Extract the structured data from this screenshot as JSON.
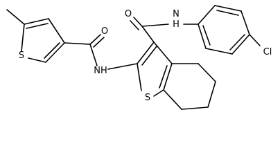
{
  "molecule": {
    "atoms": {
      "S_methylthiophene": "S",
      "O_amide_left": "O",
      "NH_amide_left": "NH",
      "O_amide_right": "O",
      "NH_amide_right": "N\nH",
      "NH_amide_right_N": "N",
      "NH_amide_right_H": "H",
      "S_benzothiophene": "S",
      "Cl": "Cl"
    },
    "colors": {
      "bond": "#000000",
      "label": "#000000",
      "background": "#ffffff"
    }
  }
}
